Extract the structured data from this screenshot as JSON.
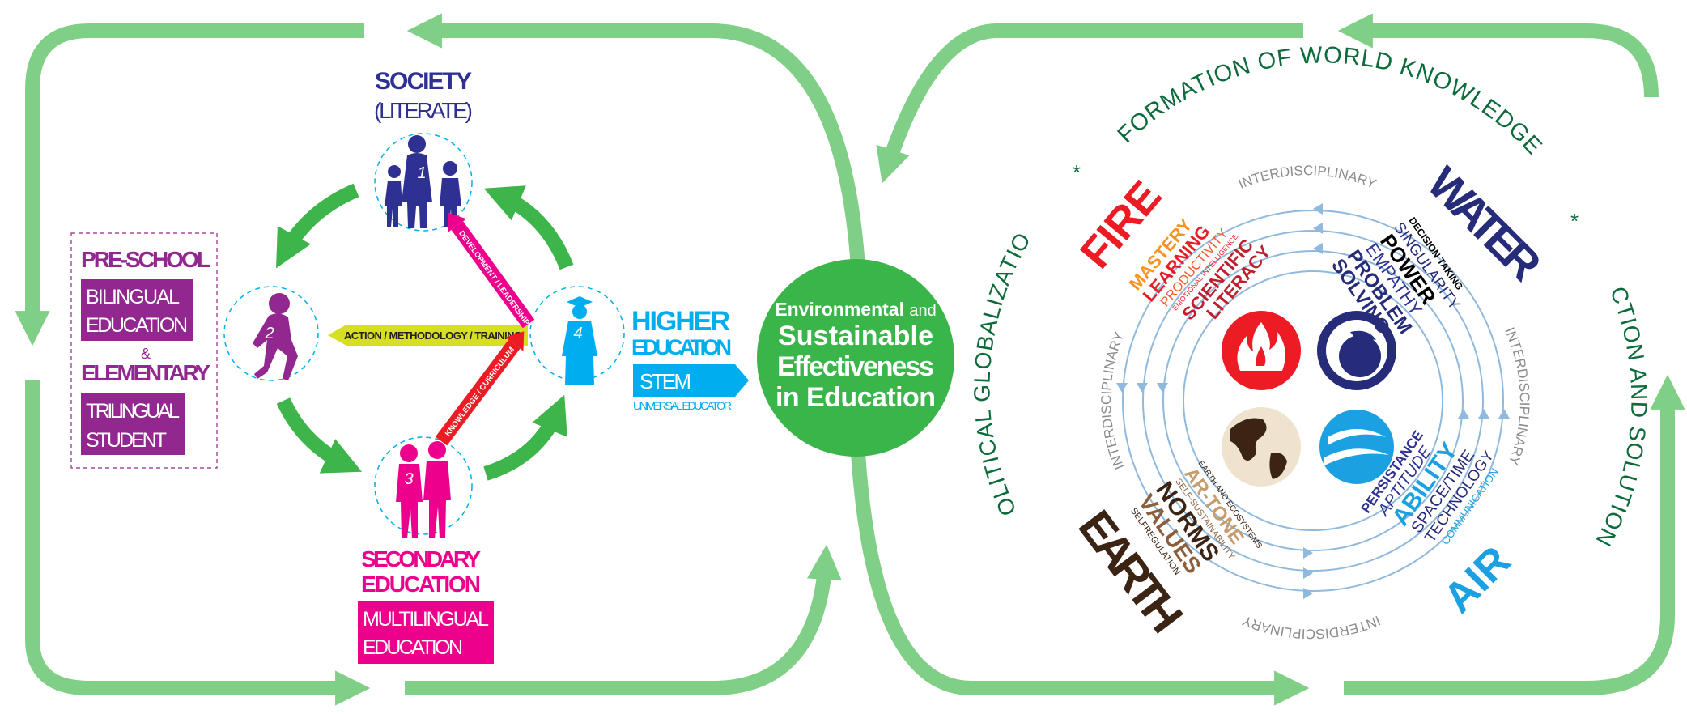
{
  "colors": {
    "loop_green": "#7fcf86",
    "arrow_green": "#3db54a",
    "society_blue": "#2e3192",
    "preschool_purple": "#92278f",
    "secondary_pink": "#ec008c",
    "higher_blue": "#00aeef",
    "center_green": "#39b54a",
    "dark_green": "#0b6b3a",
    "fire_red": "#ed1c24",
    "water_navy": "#262b7a",
    "earth_brown": "#3c2415",
    "air_blue": "#1ba1e2",
    "ring_blue": "#8fb9dd",
    "yellow": "#d7df23"
  },
  "left": {
    "society": {
      "title": "SOCIETY",
      "subtitle": "(LITERATE)",
      "number": "1"
    },
    "preschool": {
      "title": "PRE-SCHOOL",
      "box1_line1": "BILINGUAL",
      "box1_line2": "EDUCATION",
      "amp": "&",
      "title2": "ELEMENTARY",
      "box2_line1": "TRILINGUAL",
      "box2_line2": "STUDENT",
      "number": "2"
    },
    "secondary": {
      "title_line1": "SECONDARY",
      "title_line2": "EDUCATION",
      "box_line1": "MULTILINGUAL",
      "box_line2": "EDUCATION",
      "number": "3"
    },
    "higher": {
      "title_line1": "HIGHER",
      "title_line2": "EDUCATION",
      "stem": "STEM",
      "sub": "UNIVERSAL EDUCATOR",
      "number": "4"
    },
    "arrow_action": "ACTION / METHODOLOGY / TRAINING",
    "arrow_development": "DEVELOPMENT / LEADERSHIP",
    "arrow_knowledge": "KNOWLEDGE / CURRICULUM"
  },
  "center": {
    "line1a": "Environmental",
    "line1b": "and",
    "line2": "Sustainable",
    "line3": "Effectiveness",
    "line4": "in Education"
  },
  "right": {
    "top_label": "FORMATION OF WORLD KNOWLEDGE",
    "left_label": "POLITICAL GLOBALIZATION",
    "right_label": "ACTION AND SOLUTION",
    "asterisk": "*",
    "ring_label": "INTERDISCIPLINARY",
    "fire": {
      "title": "FIRE",
      "words": [
        "MASTERY",
        "LEARNING",
        "PRODUCTIVITY",
        "EMOTIONAL INTELLIGENCE",
        "SCIENTIFIC",
        "LITERACY"
      ]
    },
    "water": {
      "title": "WATER",
      "words": [
        "DECISION TAKING",
        "SINGULARITY",
        "POWER",
        "EMPATHY",
        "PROBLEM",
        "SOLVING"
      ]
    },
    "earth": {
      "title": "EARTH",
      "words": [
        "EARTH AND ECOSYSTEMS",
        "AR-TONE",
        "SELF-SUSTAINABILITY",
        "NORMS",
        "VALUES",
        "SELFREGULATION"
      ]
    },
    "air": {
      "title": "AIR",
      "words": [
        "PERSISTANCE",
        "APTITUDE",
        "ABILITY",
        "SPACE/TIME",
        "TECHNOLOGY",
        "COMMUNICATION"
      ]
    }
  }
}
